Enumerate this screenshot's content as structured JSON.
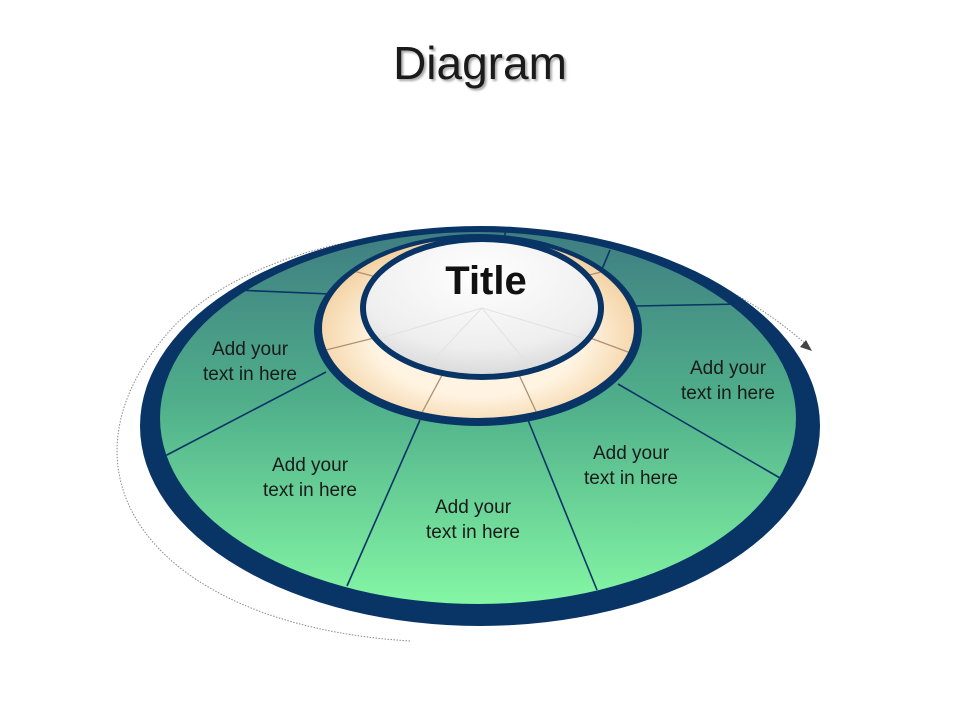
{
  "slide": {
    "title": "Diagram"
  },
  "center": {
    "title": "Title"
  },
  "segments": [
    {
      "label_line1": "Add your",
      "label_line2": "text in here"
    },
    {
      "label_line1": "Add your",
      "label_line2": "text in here"
    },
    {
      "label_line1": "Add your",
      "label_line2": "text in here"
    },
    {
      "label_line1": "Add your",
      "label_line2": "text in here"
    },
    {
      "label_line1": "Add your",
      "label_line2": "text in here"
    }
  ],
  "colors": {
    "rim": "#083466",
    "disk_top": "#3f7e82",
    "disk_bottom": "#84f6a4",
    "ring": "#f5d4a4",
    "hub": "#ffffff"
  }
}
